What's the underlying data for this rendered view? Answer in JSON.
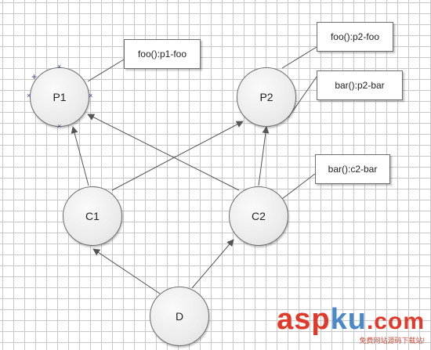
{
  "nodes": {
    "p1": "P1",
    "p2": "P2",
    "c1": "C1",
    "c2": "C2",
    "d": "D"
  },
  "notes": {
    "p1_foo": "foo():p1-foo",
    "p2_foo": "foo():p2-foo",
    "p2_bar": "bar():p2-bar",
    "c2_bar": "bar():c2-bar"
  },
  "watermark": {
    "asp": "asp",
    "ku": "ku",
    "tld": ".com",
    "sub": "免费网站源码下载站!"
  },
  "colors": {
    "grid": "#c8c8c8",
    "edge": "#555555",
    "node_border": "#6e6e6e",
    "selection": "#3b3b9a",
    "watermark_red": "#e23a2a",
    "watermark_blue": "#4b88c8"
  }
}
